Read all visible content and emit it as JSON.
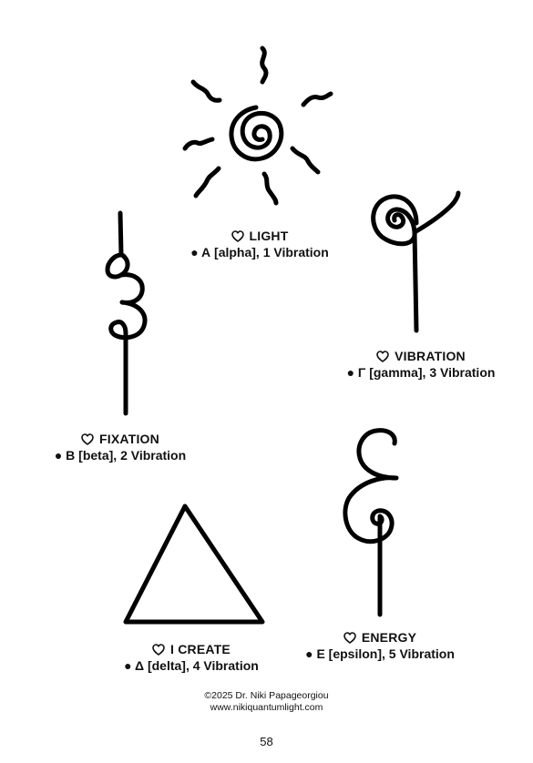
{
  "symbols": {
    "light": {
      "title": "LIGHT",
      "subtitle": "● Α [alpha], 1 Vibration"
    },
    "vibration": {
      "title": "VIBRATION",
      "subtitle": "● Γ [gamma], 3 Vibration"
    },
    "fixation": {
      "title": "FIXATION",
      "subtitle": "● Β [beta], 2 Vibration"
    },
    "create": {
      "title": "I CREATE",
      "subtitle": "● Δ [delta], 4 Vibration"
    },
    "energy": {
      "title": "ENERGY",
      "subtitle": "● Ε [epsilon], 5 Vibration"
    }
  },
  "footer": {
    "copyright": "©2025 Dr. Niki Papageorgiou",
    "website": "www.nikiquantumlight.com"
  },
  "page_number": "58",
  "icons": {
    "caption_icon": "heart-outline-icon"
  }
}
